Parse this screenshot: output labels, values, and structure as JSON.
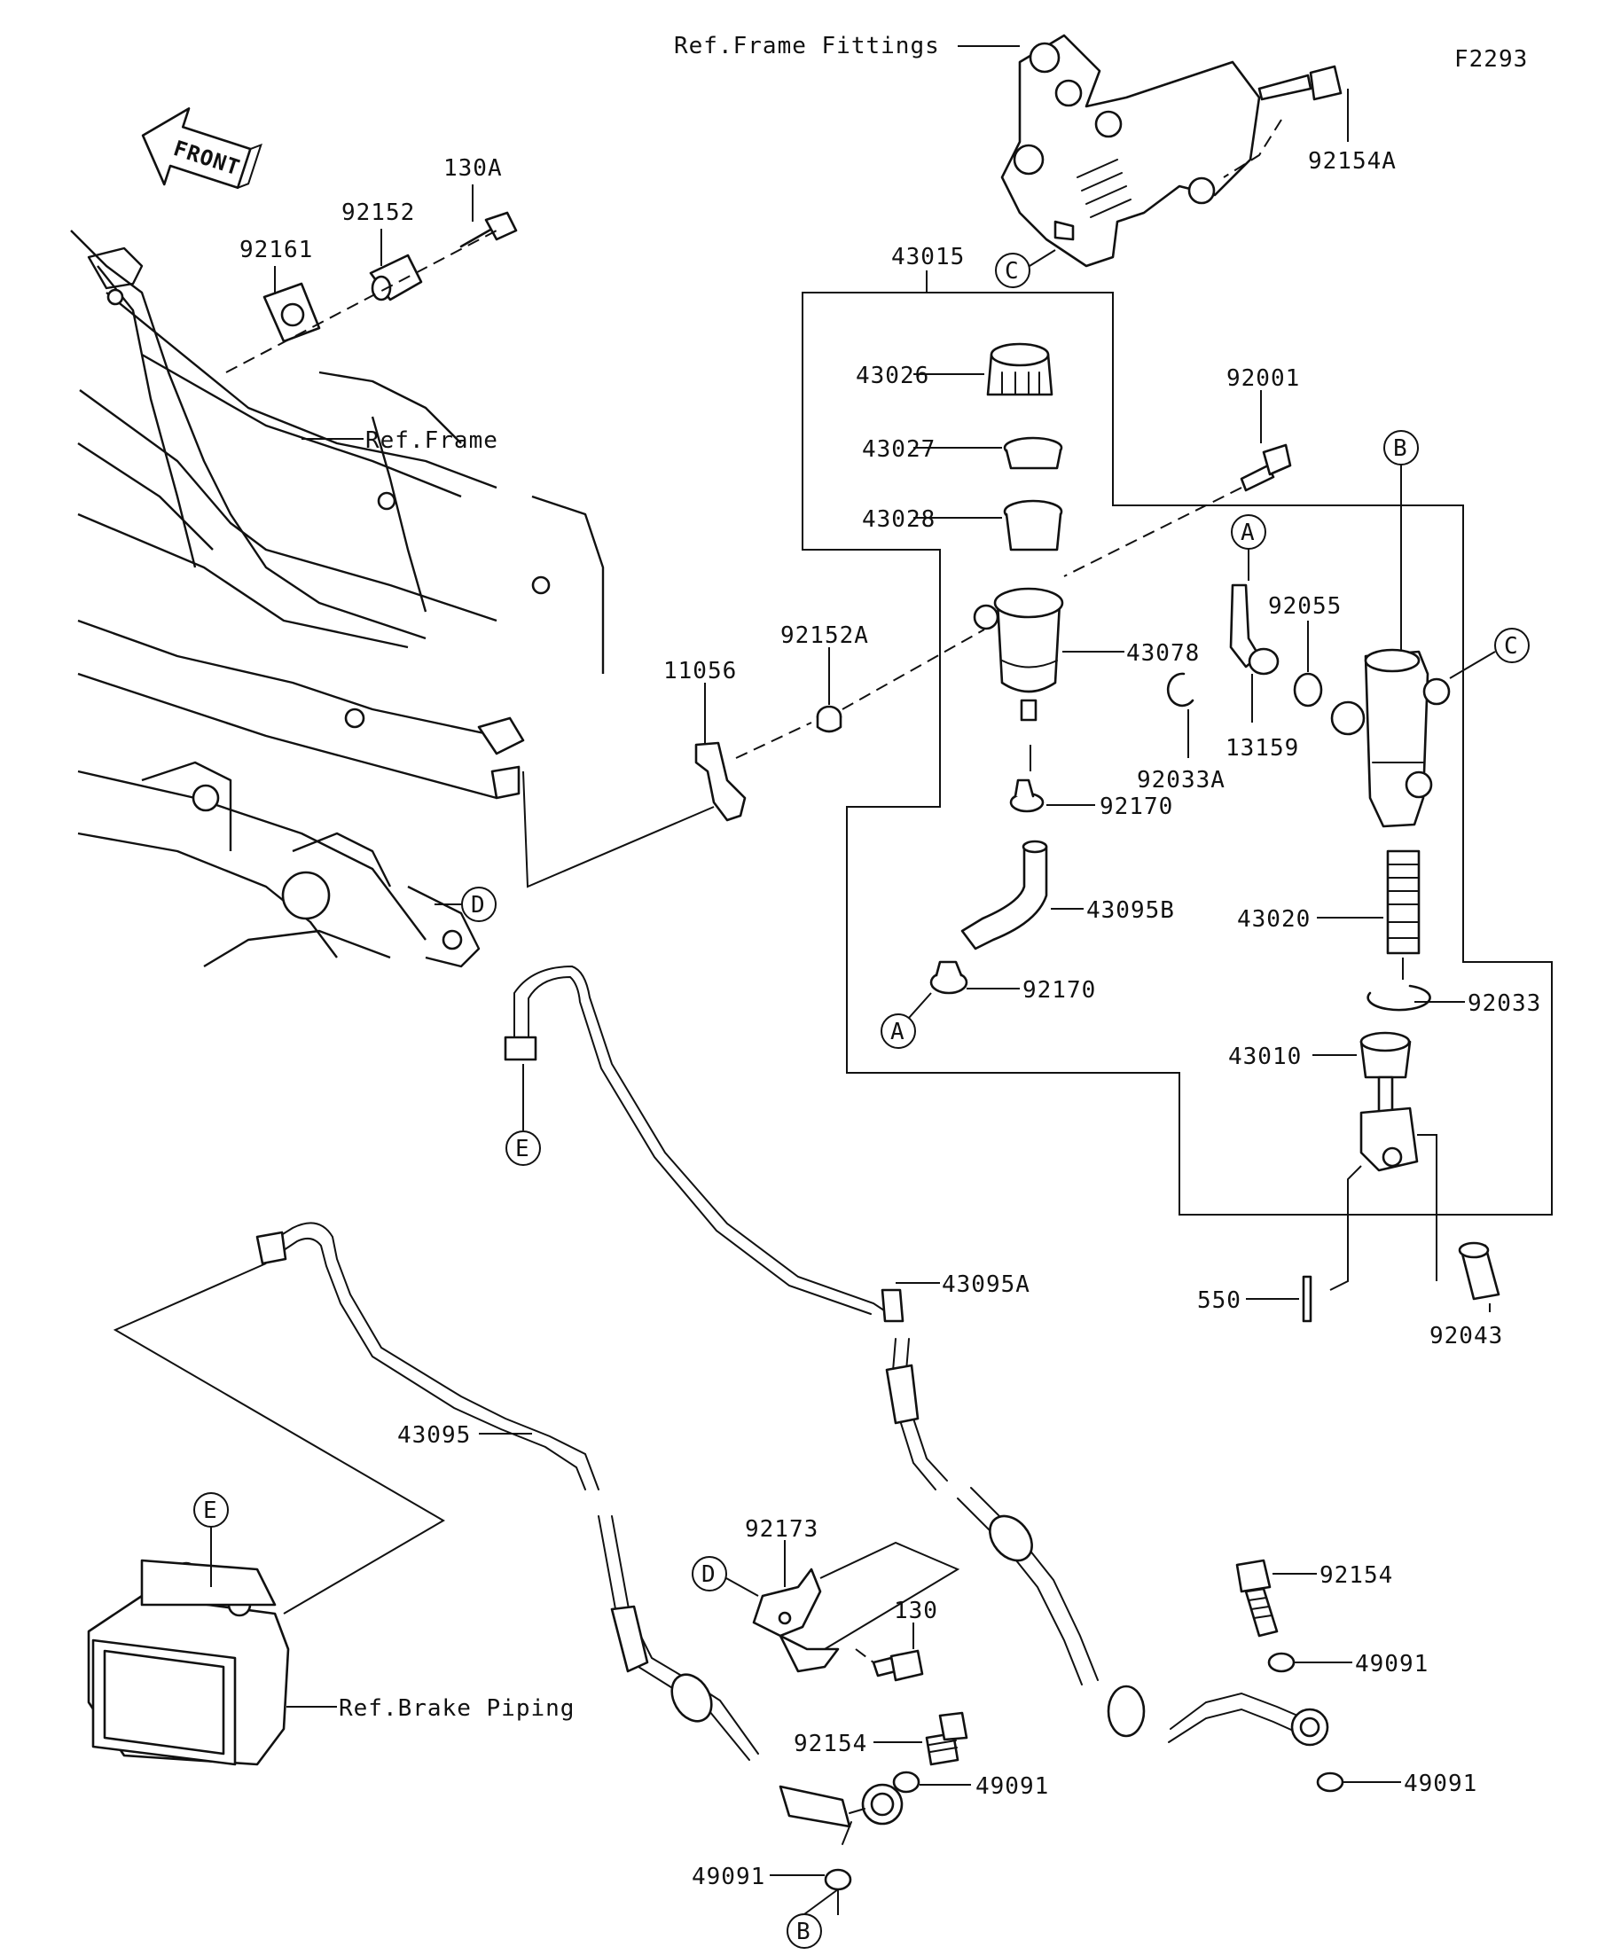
{
  "figure_code": "F2293",
  "front_label": "FRONT",
  "references": {
    "frame_fittings": "Ref.Frame Fittings",
    "frame": "Ref.Frame",
    "brake_piping": "Ref.Brake Piping"
  },
  "parts": {
    "p130A": "130A",
    "p92152": "92152",
    "p92161": "92161",
    "p92154A": "92154A",
    "p43015": "43015",
    "p43026": "43026",
    "p43027": "43027",
    "p43028": "43028",
    "p92001": "92001",
    "p92055": "92055",
    "p43078": "43078",
    "p92152A": "92152A",
    "p11056": "11056",
    "p13159": "13159",
    "p92033A": "92033A",
    "p92170_top": "92170",
    "p43095B": "43095B",
    "p43020": "43020",
    "p92170_bottom": "92170",
    "p92033": "92033",
    "p43010": "43010",
    "p550": "550",
    "p92043": "92043",
    "p43095A": "43095A",
    "p43095": "43095",
    "p92173": "92173",
    "p130": "130",
    "p92154_left": "92154",
    "p49091_a": "49091",
    "p49091_b": "49091",
    "p92154_right": "92154",
    "p49091_c": "49091",
    "p49091_d": "49091"
  },
  "callouts": {
    "A1": "A",
    "A2": "A",
    "B1": "B",
    "B2": "B",
    "C1": "C",
    "C2": "C",
    "D1": "D",
    "D2": "D",
    "E1": "E",
    "E2": "E"
  }
}
